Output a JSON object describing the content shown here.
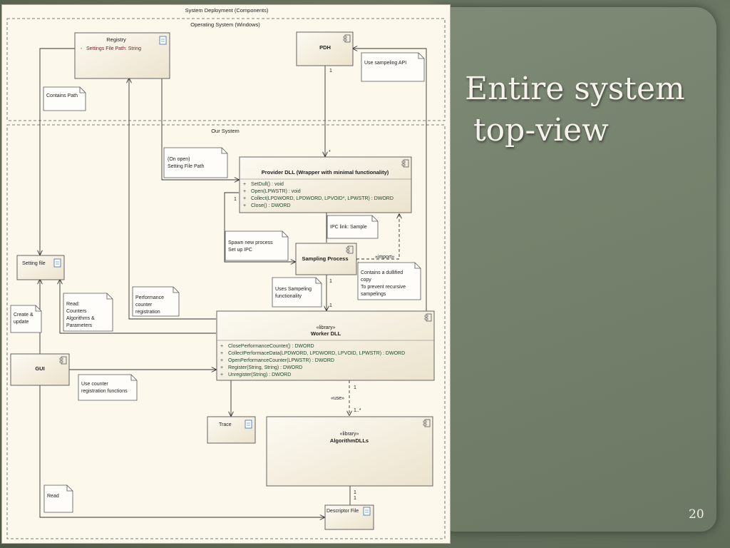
{
  "slide": {
    "title_line1": "Entire system",
    "title_line2": "top-view",
    "page_number": "20"
  },
  "frames": {
    "system": "System Deployment (Components)",
    "os": "Operating System (Windows)",
    "our": "Our System"
  },
  "registry": {
    "name": "Registry",
    "attr": "Settings File Path:  String",
    "attr_bullet": "-"
  },
  "pdh": {
    "name": "PDH"
  },
  "provider": {
    "name": "Provider DLL (Wrapper with minimal functionality)",
    "bullet": "+",
    "ops": [
      "SetDull() : void",
      "Open(LPWSTR) : void",
      "Collect(LPDWORD, LPDWORD, LPVOID*, LPWSTR) : DWORD",
      "Close() : DWORD"
    ]
  },
  "sampling": {
    "name": "Sampling Process"
  },
  "worker": {
    "stereotype": "«library»",
    "name": "Worker DLL",
    "bullet": "+",
    "ops": [
      "ClosePerformanceCounter() : DWORD",
      "CollectPerformaceData(LPDWORD, LPDWORD, LPVOID, LPWSTR) : DWORD",
      "OpenPerformanceCounter(LPWSTR) : DWORD",
      "Register(String, String) : DWORD",
      "Unregister(String) : DWORD"
    ]
  },
  "algorithms": {
    "stereotype": "«library»",
    "name": "AlgorithmDLLs"
  },
  "gui": {
    "name": "GUI"
  },
  "setting_file": {
    "name": "Setting file"
  },
  "trace": {
    "name": "Trace"
  },
  "descriptor": {
    "name": "Descriptor File"
  },
  "notes": {
    "sampling_api": "Use sampeling API",
    "contains_path": "Contains Path",
    "on_open": [
      "(On open)",
      "Setting File Path"
    ],
    "ipc_link": "IPC link: Sample",
    "spawn": [
      "Spawn new process",
      "Set up IPC"
    ],
    "dullified": [
      "Contains a dullified",
      "copy",
      "To prevent recursive",
      "sampelings"
    ],
    "uses_sampling": [
      "Uses Sampeling",
      "functionality"
    ],
    "perf_reg": [
      "Performance",
      "counter",
      "registration"
    ],
    "read_counters": [
      "Read:",
      "Counters",
      "Algorithms &",
      "Parameters"
    ],
    "create_update": [
      "Create &",
      "update"
    ],
    "use_counter": [
      "Use counter",
      "registration functions"
    ],
    "read": "Read"
  },
  "labels": {
    "m_pdh": "1",
    "m_prov_top": "*",
    "m_prov_left": "1",
    "m_samp": "1",
    "m_work": "1",
    "import": "«import»",
    "use": "«use»",
    "m_use_top": "1",
    "m_use_bot": "1..*",
    "m_desc_a": "1",
    "m_desc_b": "1"
  }
}
